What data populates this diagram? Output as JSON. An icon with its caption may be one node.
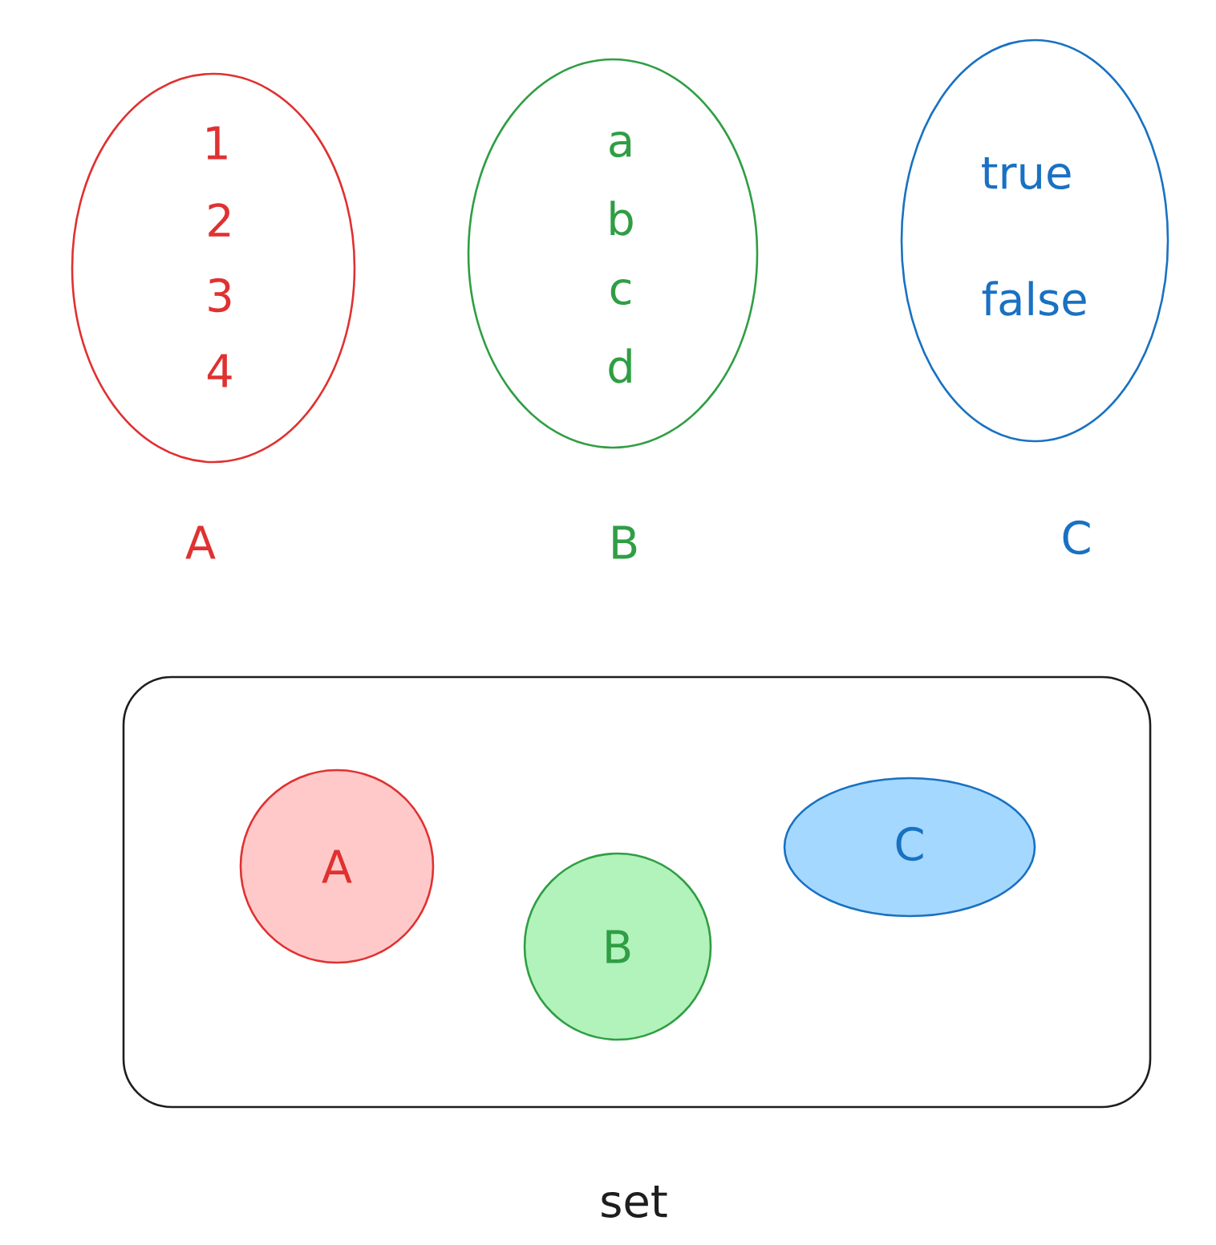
{
  "diagram": {
    "nodes": [
      {
        "text": [
          "1",
          "2",
          "3",
          "4"
        ],
        "beside": [
          "A"
        ]
      },
      {
        "text": [
          "a",
          "b",
          "c",
          "d"
        ],
        "beside": [
          "B"
        ]
      },
      {
        "text": [
          "true",
          "false"
        ],
        "beside": [
          "C"
        ]
      },
      {
        "text": [],
        "shape": "box",
        "beside": [
          "set"
        ]
      },
      {
        "text": [
          "A"
        ],
        "in": 3
      },
      {
        "text": [
          "B"
        ],
        "in": 3
      },
      {
        "text": [
          "C"
        ],
        "in": 3
      }
    ]
  }
}
